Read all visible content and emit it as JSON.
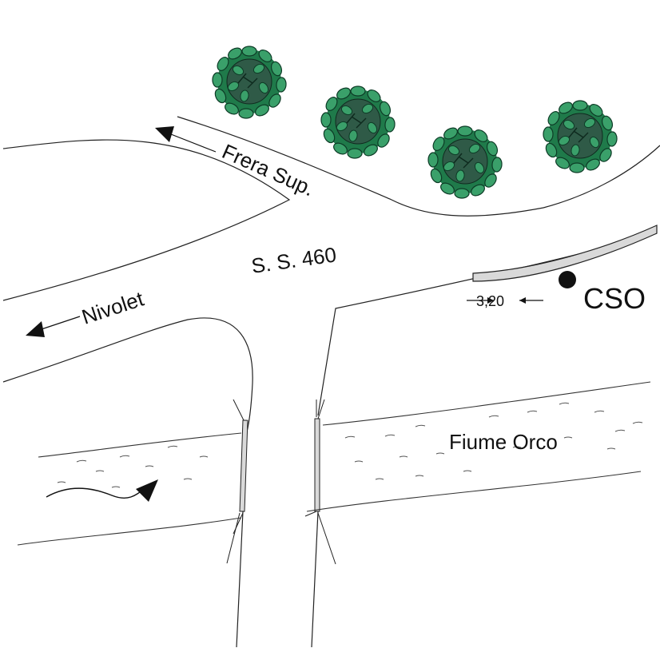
{
  "labels": {
    "upper_road": "Frera Sup.",
    "lower_road": "Nivolet",
    "main_road": "S. S. 460",
    "river": "Fiume Orco",
    "station": "CSO",
    "distance": "3,20"
  },
  "colors": {
    "tree_dark": "#2f5a47",
    "tree_mid": "#1f7a4a",
    "tree_light": "#3aa06a",
    "guardrail_fill": "#d9d9d9",
    "station_marker": "#111111"
  },
  "icons": {
    "trees": "tree-icon",
    "station": "station-dot-icon",
    "arrows": "arrow-icon"
  }
}
